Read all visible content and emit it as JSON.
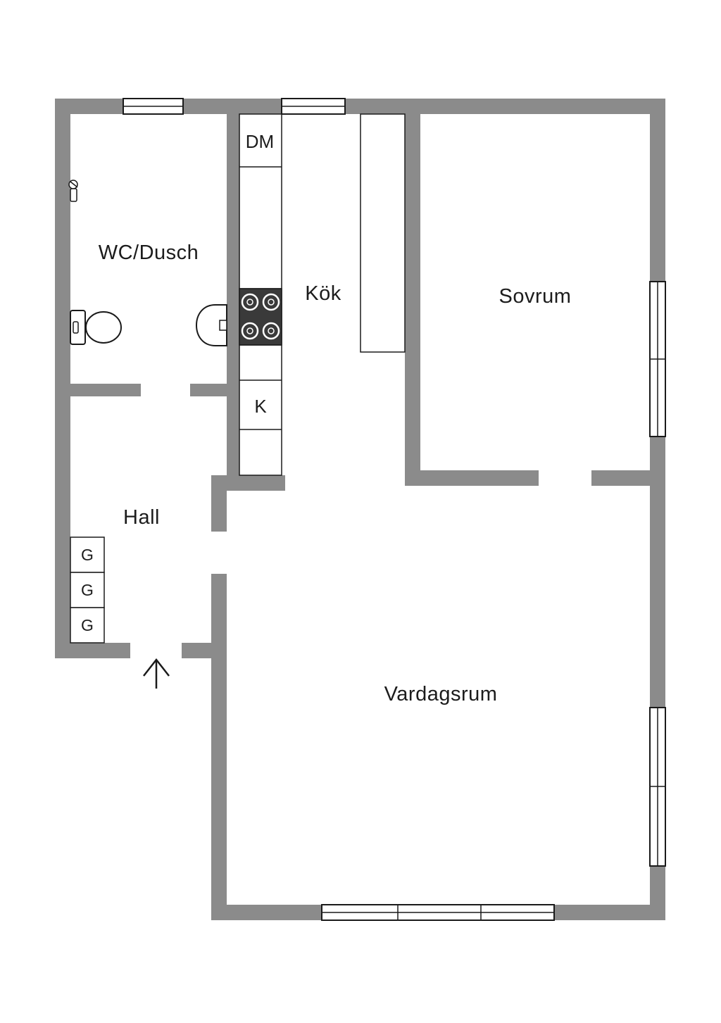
{
  "plan": {
    "rooms": {
      "wc": {
        "label": "WC/Dusch"
      },
      "kitchen": {
        "label": "Kök"
      },
      "bedroom": {
        "label": "Sovrum"
      },
      "hall": {
        "label": "Hall"
      },
      "living": {
        "label": "Vardagsrum"
      }
    },
    "fixtures": {
      "dishwasher": {
        "label": "DM"
      },
      "fridge": {
        "label": "K"
      },
      "wardrobes": [
        {
          "label": "G"
        },
        {
          "label": "G"
        },
        {
          "label": "G"
        }
      ]
    },
    "colors": {
      "wall": "#8b8b8b",
      "line": "#1a1a1a",
      "background": "#ffffff",
      "stove": "#3a3a3a"
    }
  }
}
